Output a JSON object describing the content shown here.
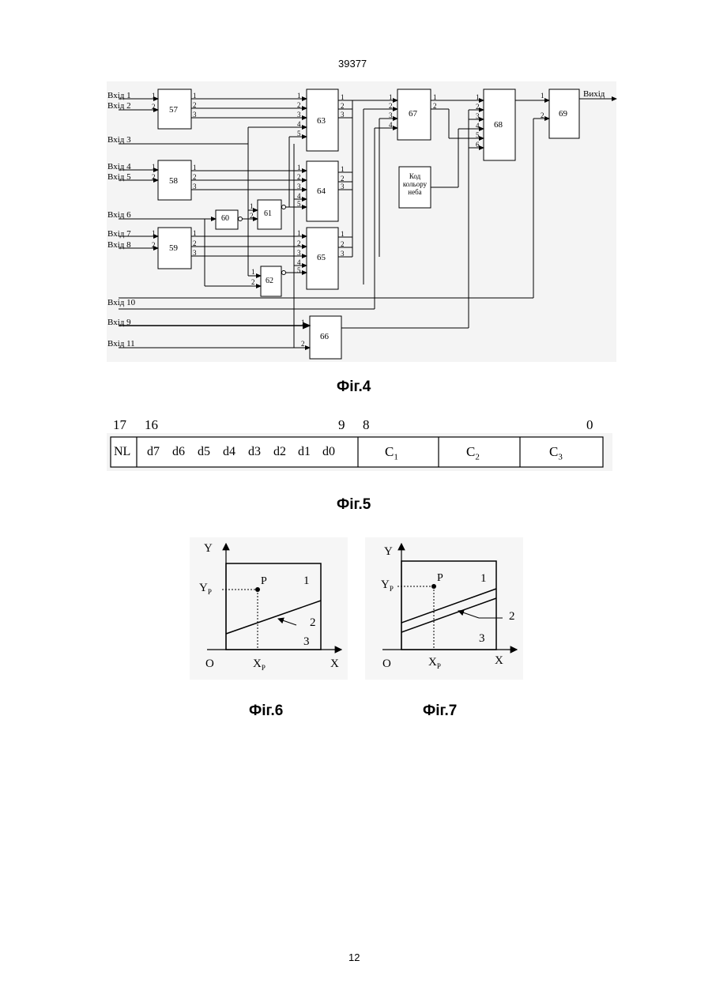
{
  "header": {
    "page_code": "39377"
  },
  "footer": {
    "page_number": "12"
  },
  "fig4": {
    "caption": "Фіг.4",
    "inputs": [
      "Вхід 1",
      "Вхід 2",
      "Вхід 3",
      "Вхід 4",
      "Вхід 5",
      "Вхід 6",
      "Вхід 7",
      "Вхід 8",
      "Вхід 10",
      "Вхід 9",
      "Вхід 11"
    ],
    "output": "Вихід",
    "blocks": [
      "57",
      "58",
      "59",
      "60",
      "61",
      "62",
      "63",
      "64",
      "65",
      "66",
      "67",
      "68",
      "69"
    ],
    "sky_code_block": [
      "Код",
      "кольору",
      "неба"
    ],
    "pins": [
      "1",
      "2",
      "3",
      "4",
      "5",
      "6"
    ]
  },
  "fig5": {
    "caption": "Фіг.5",
    "bit_positions": [
      "17",
      "16",
      "9",
      "8",
      "0"
    ],
    "fields": [
      "NL",
      "d7",
      "d6",
      "d5",
      "d4",
      "d3",
      "d2",
      "d1",
      "d0",
      "C",
      "C",
      "C"
    ],
    "subscripts": [
      "1",
      "2",
      "3"
    ]
  },
  "fig6": {
    "caption": "Фіг.6",
    "labels": {
      "y": "Y",
      "x": "X",
      "origin": "O",
      "yp": "Y",
      "xp": "X",
      "p_sub": "P",
      "p": "P",
      "r1": "1",
      "r2": "2",
      "r3": "3"
    }
  },
  "fig7": {
    "caption": "Фіг.7",
    "labels": {
      "y": "Y",
      "x": "X",
      "origin": "O",
      "yp": "Y",
      "xp": "X",
      "p_sub": "P",
      "p": "P",
      "r1": "1",
      "r2": "2",
      "r3": "3"
    }
  }
}
